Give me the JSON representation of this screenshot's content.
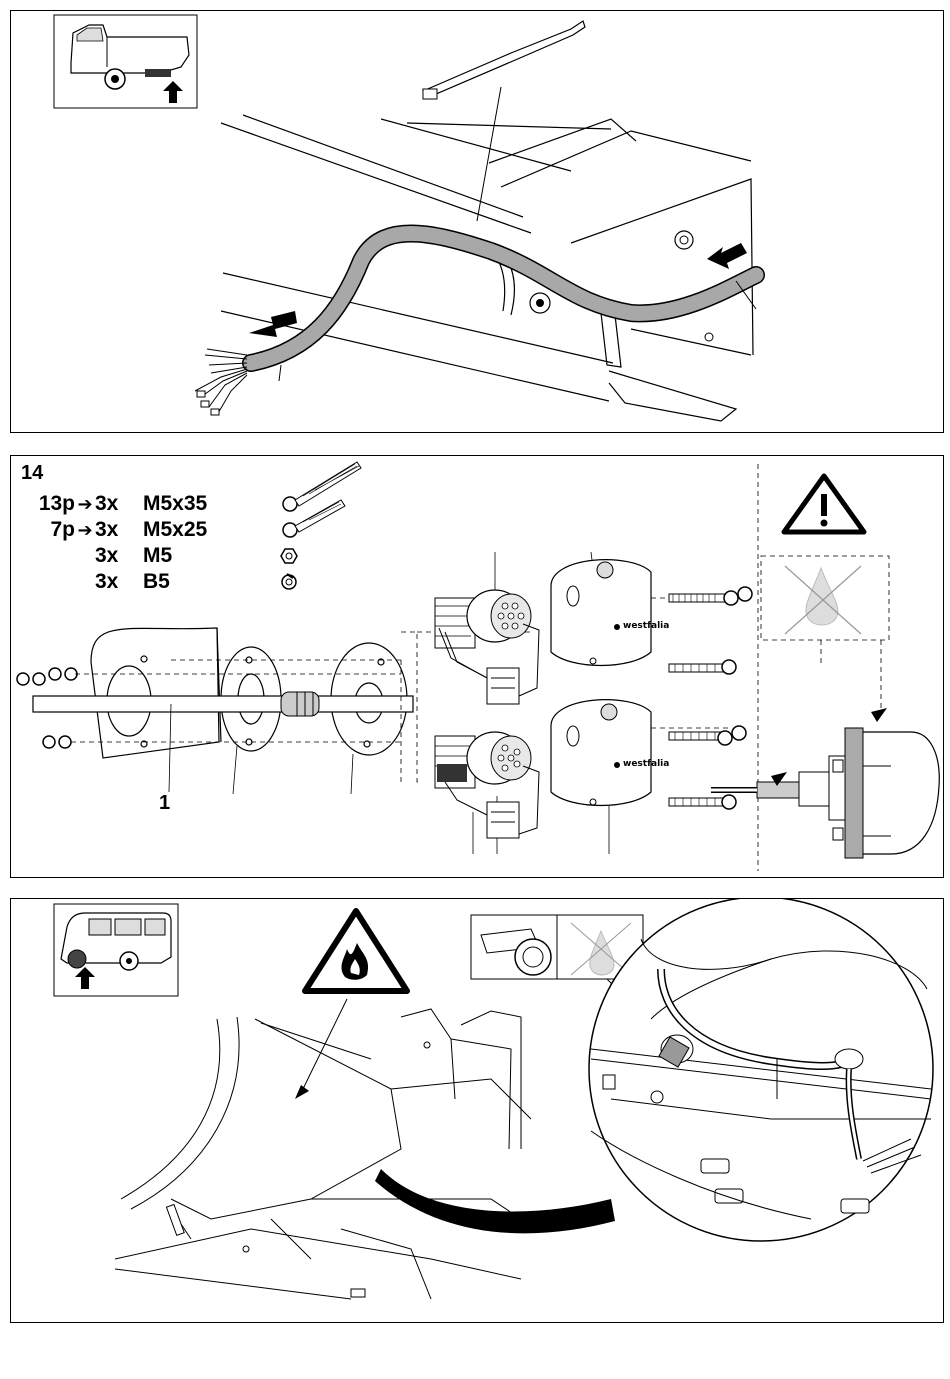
{
  "step": {
    "number": "14"
  },
  "fastener_specs": [
    {
      "pins": "13p",
      "arrow": "➔",
      "qty": "3x",
      "size": "M5x35"
    },
    {
      "pins": "7p",
      "arrow": "➔",
      "qty": "3x",
      "size": "M5x25"
    },
    {
      "pins": "",
      "arrow": "",
      "qty": "3x",
      "size": "M5"
    },
    {
      "pins": "",
      "arrow": "",
      "qty": "3x",
      "size": "B5"
    }
  ],
  "part_labels": {
    "cable": "1"
  },
  "socket_brand": "westfalia",
  "icons": [
    "vehicle-pickup-icon",
    "vehicle-van-icon",
    "warning-triangle-icon",
    "fire-hazard-icon",
    "no-grease-icon",
    "tape-roll-icon",
    "direction-arrow-icon"
  ]
}
